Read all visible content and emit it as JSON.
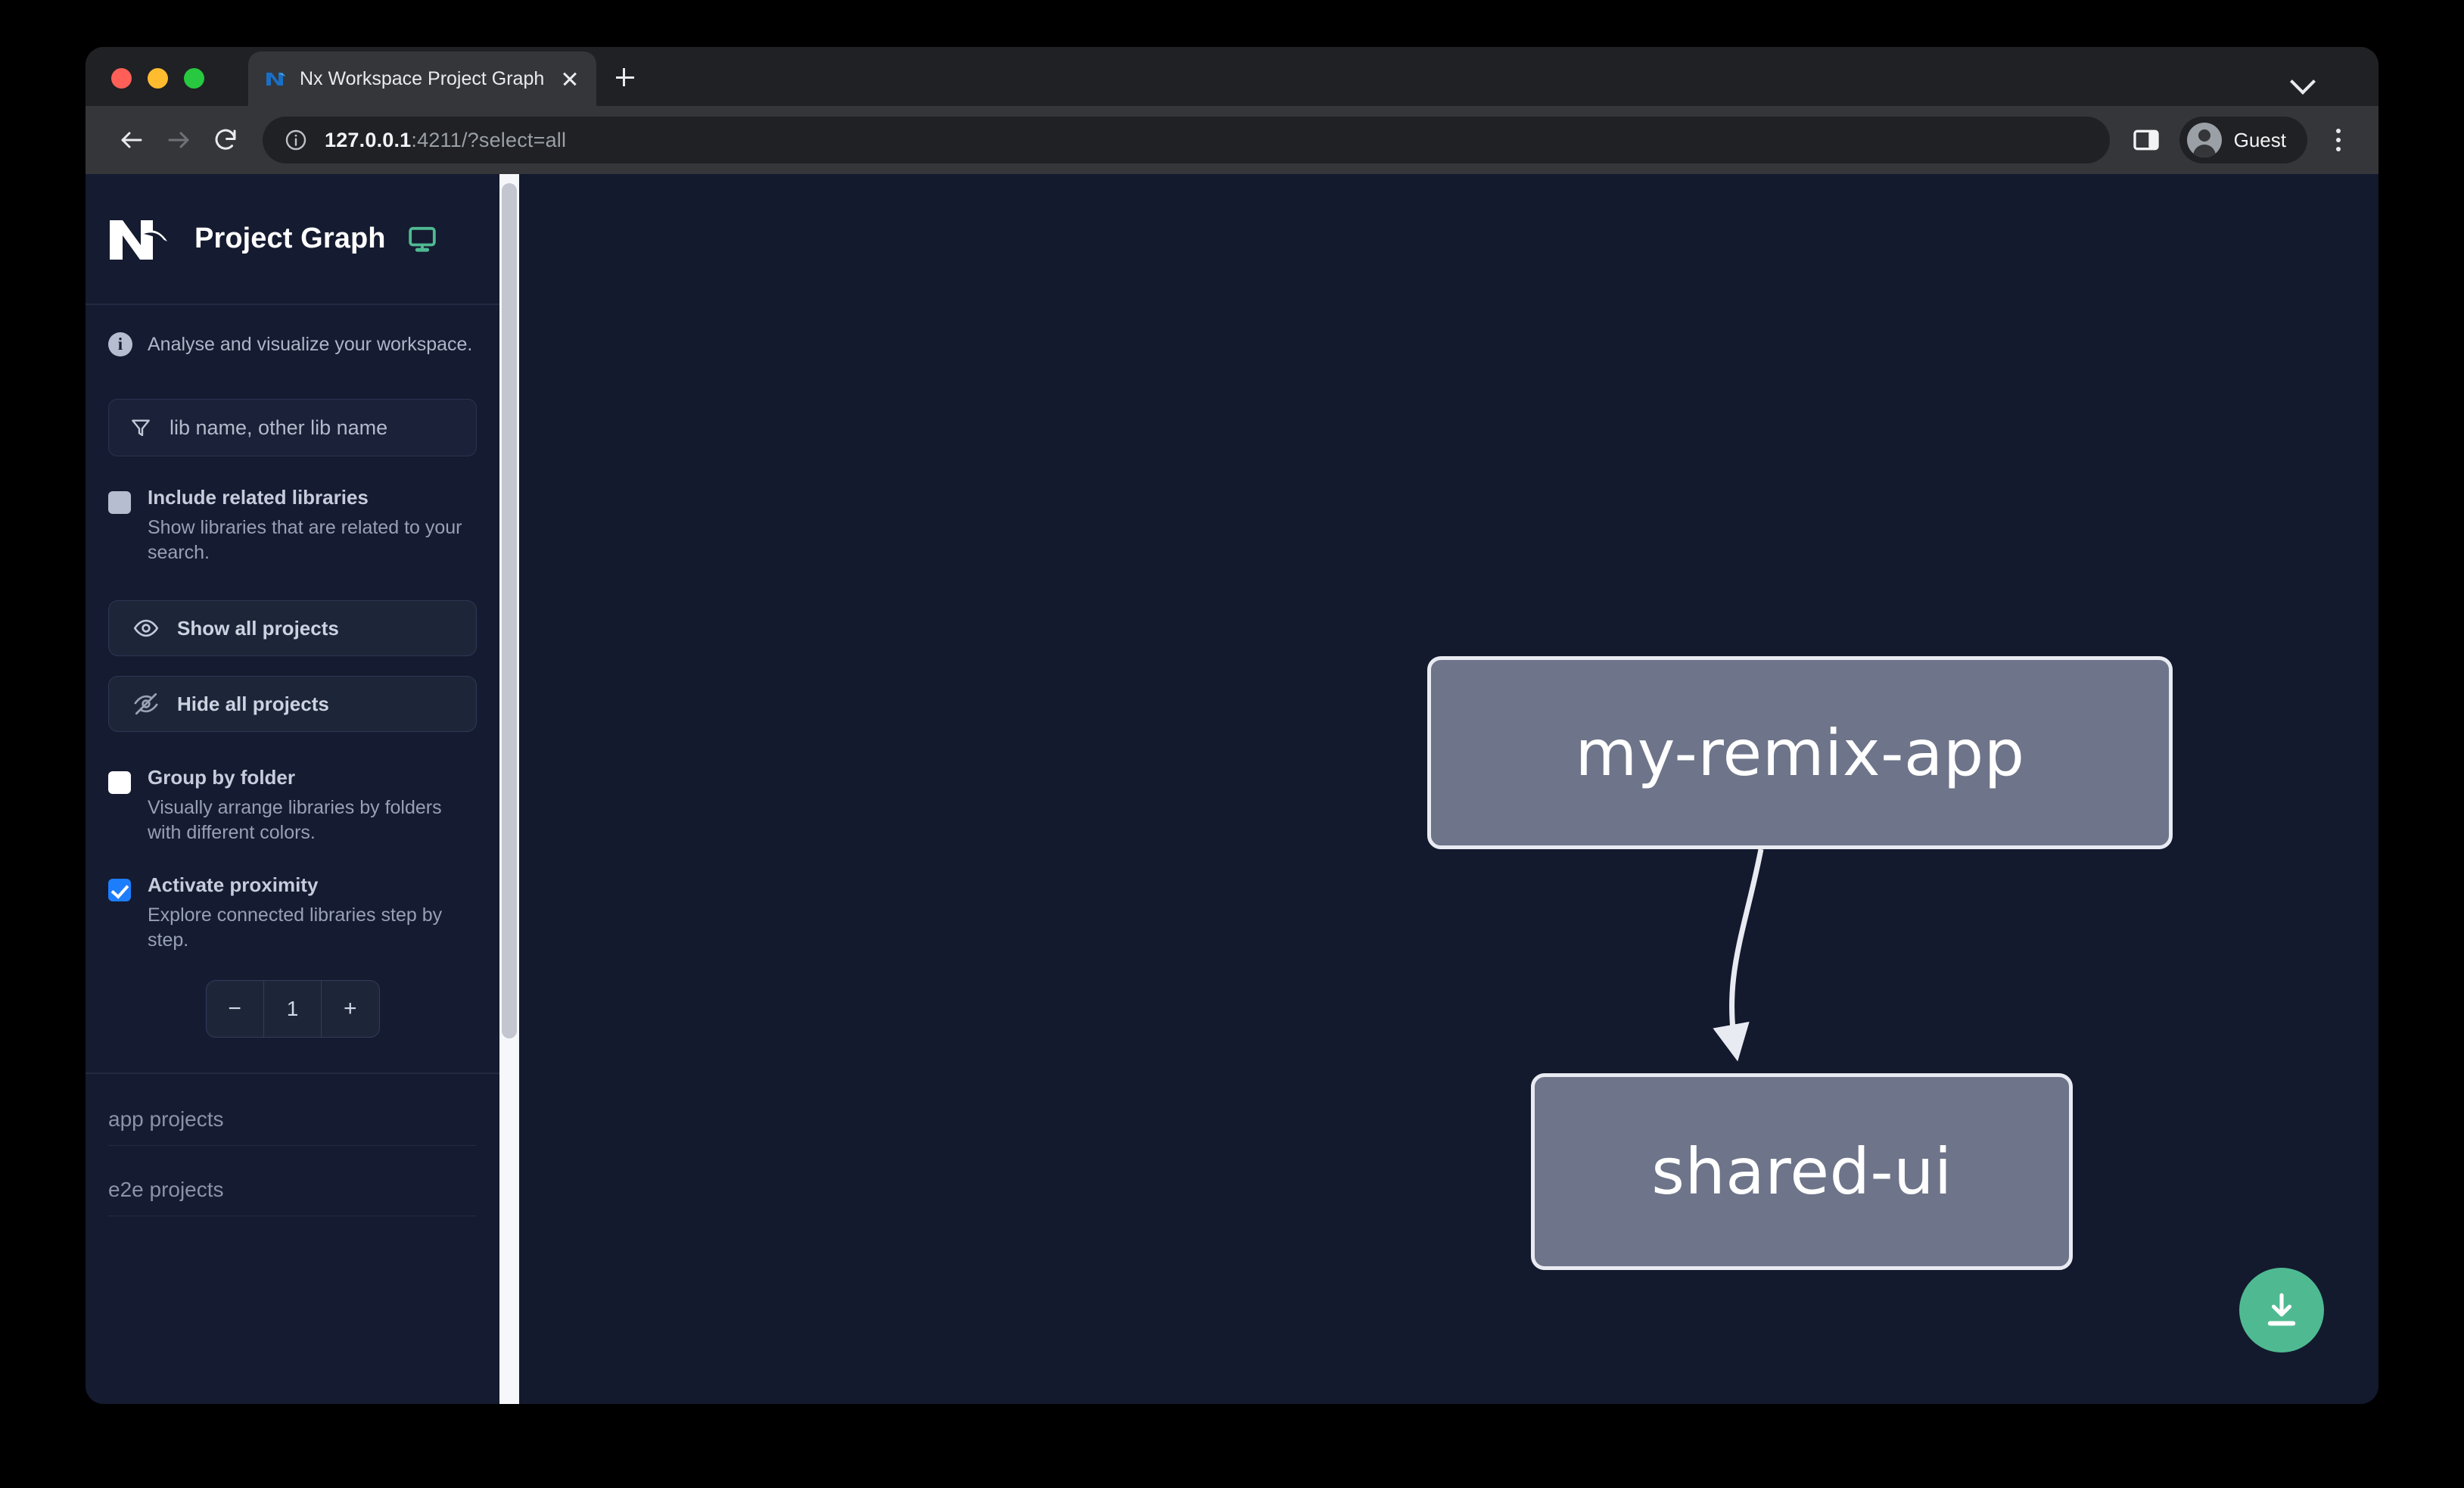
{
  "browser": {
    "tab": {
      "title": "Nx Workspace Project Graph",
      "favicon_name": "nx-favicon",
      "close_label": "Close tab"
    },
    "new_tab_label": "New Tab",
    "tab_list_chevron": "chevron-down-icon",
    "toolbar": {
      "back_label": "Back",
      "forward_label": "Forward",
      "reload_label": "Reload",
      "url_host": "127.0.0.1",
      "url_rest": ":4211/?select=all",
      "url_full": "127.0.0.1:4211/?select=all",
      "site_info_icon": "info-circle-icon",
      "side_panel_icon": "side-panel-icon",
      "profile_name": "Guest",
      "menu_label": "Customize and control"
    }
  },
  "sidebar": {
    "logo_name": "nx-logo",
    "title": "Project Graph",
    "monitor_icon": "monitor-icon",
    "blurb": "Analyse and visualize your workspace.",
    "search": {
      "placeholder": "lib name, other lib name",
      "value": "",
      "icon": "filter-icon"
    },
    "options": [
      {
        "id": "include-related-libraries",
        "label": "Include related libraries",
        "description": "Show libraries that are related to your search.",
        "checked": false,
        "style": "muted"
      },
      {
        "id": "group-by-folder",
        "label": "Group by folder",
        "description": "Visually arrange libraries by folders with different colors.",
        "checked": false,
        "style": "white"
      },
      {
        "id": "activate-proximity",
        "label": "Activate proximity",
        "description": "Explore connected libraries step by step.",
        "checked": true,
        "style": "checked"
      }
    ],
    "buttons": [
      {
        "id": "show-all-projects",
        "label": "Show all projects",
        "icon": "eye-icon"
      },
      {
        "id": "hide-all-projects",
        "label": "Hide all projects",
        "icon": "eye-off-icon"
      }
    ],
    "stepper": {
      "decrement_label": "−",
      "value": "1",
      "increment_label": "+"
    },
    "groups": [
      {
        "id": "app-projects",
        "label": "app projects"
      },
      {
        "id": "e2e-projects",
        "label": "e2e projects"
      }
    ]
  },
  "graph": {
    "nodes": [
      {
        "id": "my-remix-app",
        "label": "my-remix-app"
      },
      {
        "id": "shared-ui",
        "label": "shared-ui"
      }
    ],
    "edges": [
      {
        "from": "my-remix-app",
        "to": "shared-ui"
      }
    ],
    "download_button": {
      "label": "Download graph image",
      "icon": "download-icon",
      "color": "#4fba92"
    }
  },
  "colors": {
    "canvas_bg": "#131a2e",
    "sidebar_bg": "#151b30",
    "node_fill": "#6e7489",
    "node_border": "#e9ebf2",
    "accent_green": "#4fba92",
    "accent_blue": "#1d7efd"
  }
}
